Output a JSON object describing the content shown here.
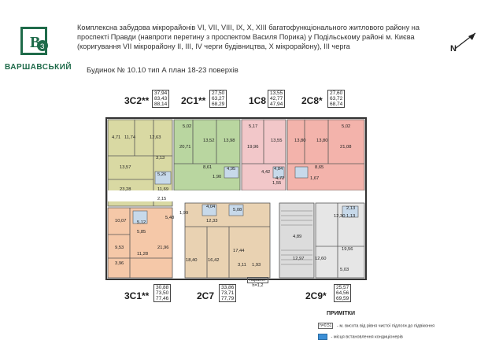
{
  "brand": {
    "name": "ВАРШАВСЬКИЙ"
  },
  "header": {
    "line1": "Комплексна забудова мікрорайонів VI, VII, VIII, IX, X, XIII багатофункціонального житлового району на",
    "line2": "проспекті Правди (навпроти перетину з проспектом Василя Порика) у Подільському районі м. Києва",
    "line3": "(коригування VII мікрорайону II, III, IV черги будівництва, X мікрорайону), III черга",
    "subtitle": "Будинок № 10.10   тип А   план 18-23 поверхів"
  },
  "compass": {
    "letter": "N"
  },
  "apartments": [
    {
      "code": "3С2**",
      "areas": [
        "37,94",
        "83,43",
        "88,14"
      ]
    },
    {
      "code": "2С1**",
      "areas": [
        "27,50",
        "63,27",
        "68,29"
      ]
    },
    {
      "code": "1С8",
      "areas": [
        "13,55",
        "42,77",
        "47,94"
      ]
    },
    {
      "code": "2С8*",
      "areas": [
        "27,60",
        "63,72",
        "68,74"
      ]
    },
    {
      "code": "3С1**",
      "areas": [
        "30,88",
        "73,50",
        "77,46"
      ]
    },
    {
      "code": "2С7",
      "areas": [
        "33,86",
        "73,71",
        "77,79"
      ]
    },
    {
      "code": "2С9*",
      "areas": [
        "25,57",
        "64,56",
        "69,59"
      ]
    }
  ],
  "rooms": [
    "4,71",
    "11,74",
    "12,63",
    "3,13",
    "13,57",
    "5,26",
    "23,28",
    "11,69",
    "2,15",
    "5,02",
    "20,71",
    "13,52",
    "13,98",
    "8,61",
    "4,95",
    "1,90",
    "5,17",
    "19,96",
    "13,55",
    "4,42",
    "4,84",
    "4,72",
    "1,55",
    "13,80",
    "13,80",
    "5,02",
    "21,08",
    "8,65",
    "1,67",
    "10,07",
    "5,12",
    "5,48",
    "5,85",
    "9,53",
    "11,28",
    "21,96",
    "3,96",
    "1,99",
    "4,04",
    "5,08",
    "12,33",
    "18,40",
    "16,42",
    "17,44",
    "3,11",
    "1,93",
    "4,89",
    "12,97",
    "12,60",
    "12,30",
    "2,13",
    "1,13",
    "19,56",
    "5,03"
  ],
  "parapet": {
    "line1": "парапет",
    "line2": "h=1,2"
  },
  "legend": {
    "title": "ПРИМІТКИ",
    "row1": "- м. висота від рівня чистої підлоги до підвіконня",
    "row1_tag": "h=0,51",
    "row2": "- місця встановлення кондиціонерів"
  },
  "colors": {
    "olive": "#d9d9a3",
    "green": "#b9d6a0",
    "pink": "#f2c7c9",
    "salmon": "#f3b3ab",
    "orange": "#f5c8a8",
    "tan": "#e9d2b2",
    "gray": "#dcdcdc",
    "brand": "#1f6b4a"
  }
}
